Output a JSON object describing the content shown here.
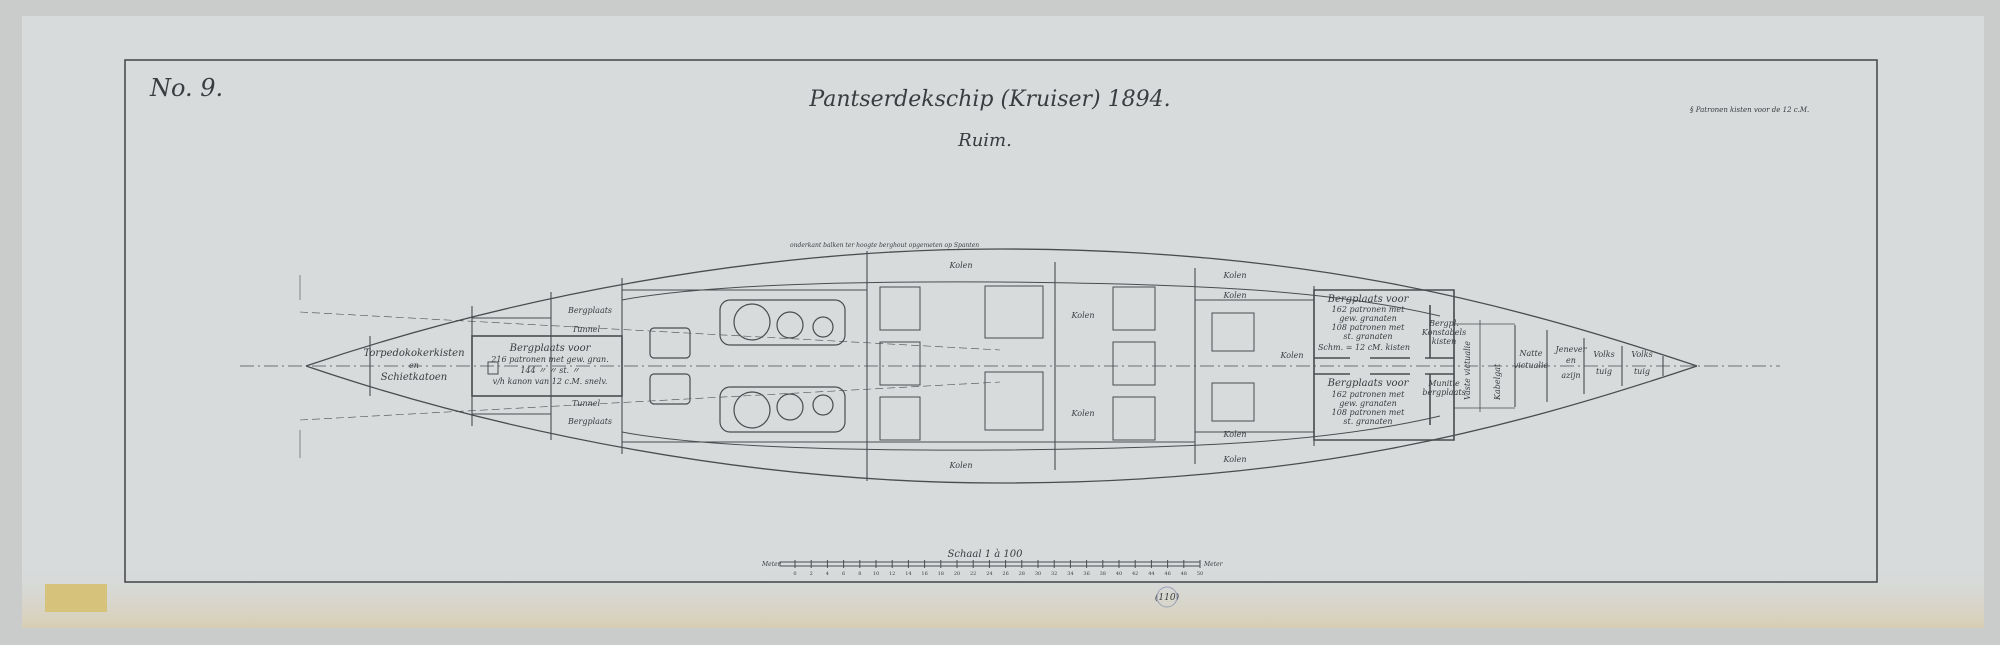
{
  "sheet": {
    "number": "No. 9.",
    "title": "Pantserdekschip (Kruiser) 1894.",
    "subtitle": "Ruim.",
    "note_top_right": "§ Patronen kisten voor de 12 c.M.",
    "hull_note": "onderkant balken ter hoogte berghout opgemeten op Spanten"
  },
  "compartments": {
    "stern": [
      "Torpedokokerkisten",
      "en",
      "Schietkatoen"
    ],
    "bergplaats": "Bergplaats",
    "tunnel": "Tunnel",
    "aft_magazine": [
      "Bergplaats voor",
      "216 patronen met gew. gran.",
      "144  〃  〃  st. 〃",
      "v/h kanon van 12 c.M. snelv."
    ],
    "kolen": "Kolen",
    "fwd_magazine_top": [
      "Bergplaats voor",
      "162 patronen met",
      "gew. granaten",
      "108 patronen met",
      "st. granaten",
      "Schm. = 12 cM. kisten"
    ],
    "fwd_magazine_bottom": [
      "Bergplaats voor",
      "162 patronen met",
      "gew. granaten",
      "108 patronen met",
      "st. granaten"
    ],
    "konstabel": [
      "Bergpl.",
      "Konstabels",
      "kisten"
    ],
    "munitie": [
      "Munitie",
      "bergplaats"
    ],
    "vaste": "Vaste victualie",
    "kabelgat": "Kabelgat",
    "natte": [
      "Natte",
      "victualie"
    ],
    "jenever": [
      "Jenever",
      "en",
      "azijn"
    ],
    "volks1": [
      "Volks",
      "tuig"
    ],
    "volks2": [
      "Volks",
      "tuig"
    ]
  },
  "scale_bar": {
    "title": "Schaal 1 à 100",
    "left_label": "Meter",
    "right_label": "Meter",
    "ticks": [
      0,
      2,
      4,
      6,
      8,
      10,
      12,
      14,
      16,
      18,
      20,
      22,
      24,
      26,
      28,
      30,
      32,
      34,
      36,
      38,
      40,
      42,
      44,
      46,
      48,
      50
    ]
  },
  "stamp": "(110)",
  "colors": {
    "paper": "#d7dbdc",
    "ink": "#4a4d50",
    "stain": "#d9c58a"
  }
}
